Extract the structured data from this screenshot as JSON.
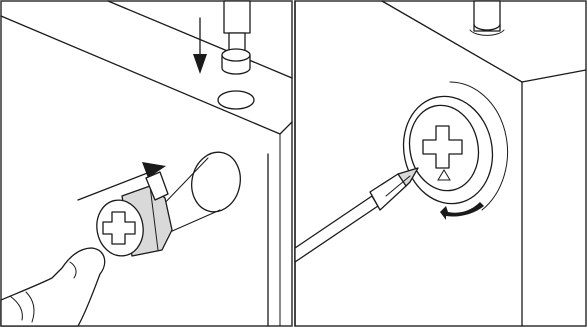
{
  "figure": {
    "panels": [
      {
        "id": "step-insert-cam-and-dowel",
        "icons": [
          "cabinet-panel",
          "dowel-pin",
          "cam-lock-fitting",
          "finger-hand",
          "arrow-down",
          "arrow-right"
        ]
      },
      {
        "id": "step-turn-cam-with-screwdriver",
        "icons": [
          "cabinet-panel",
          "dowel-pin",
          "cam-lock-fitting",
          "phillips-screwdriver",
          "rotation-arrow"
        ]
      }
    ],
    "colors": {
      "line": "#1a1a1a",
      "background": "#ffffff",
      "frame": "#333333",
      "shade": "#d9d9d9"
    }
  }
}
